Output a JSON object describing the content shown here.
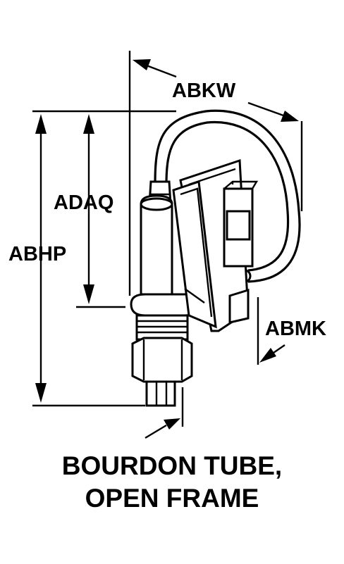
{
  "dimensions": {
    "abkw": "ABKW",
    "adaq": "ADAQ",
    "abhp": "ABHP",
    "abmk": "ABMK"
  },
  "caption": {
    "line1": "BOURDON TUBE,",
    "line2": "OPEN FRAME"
  }
}
